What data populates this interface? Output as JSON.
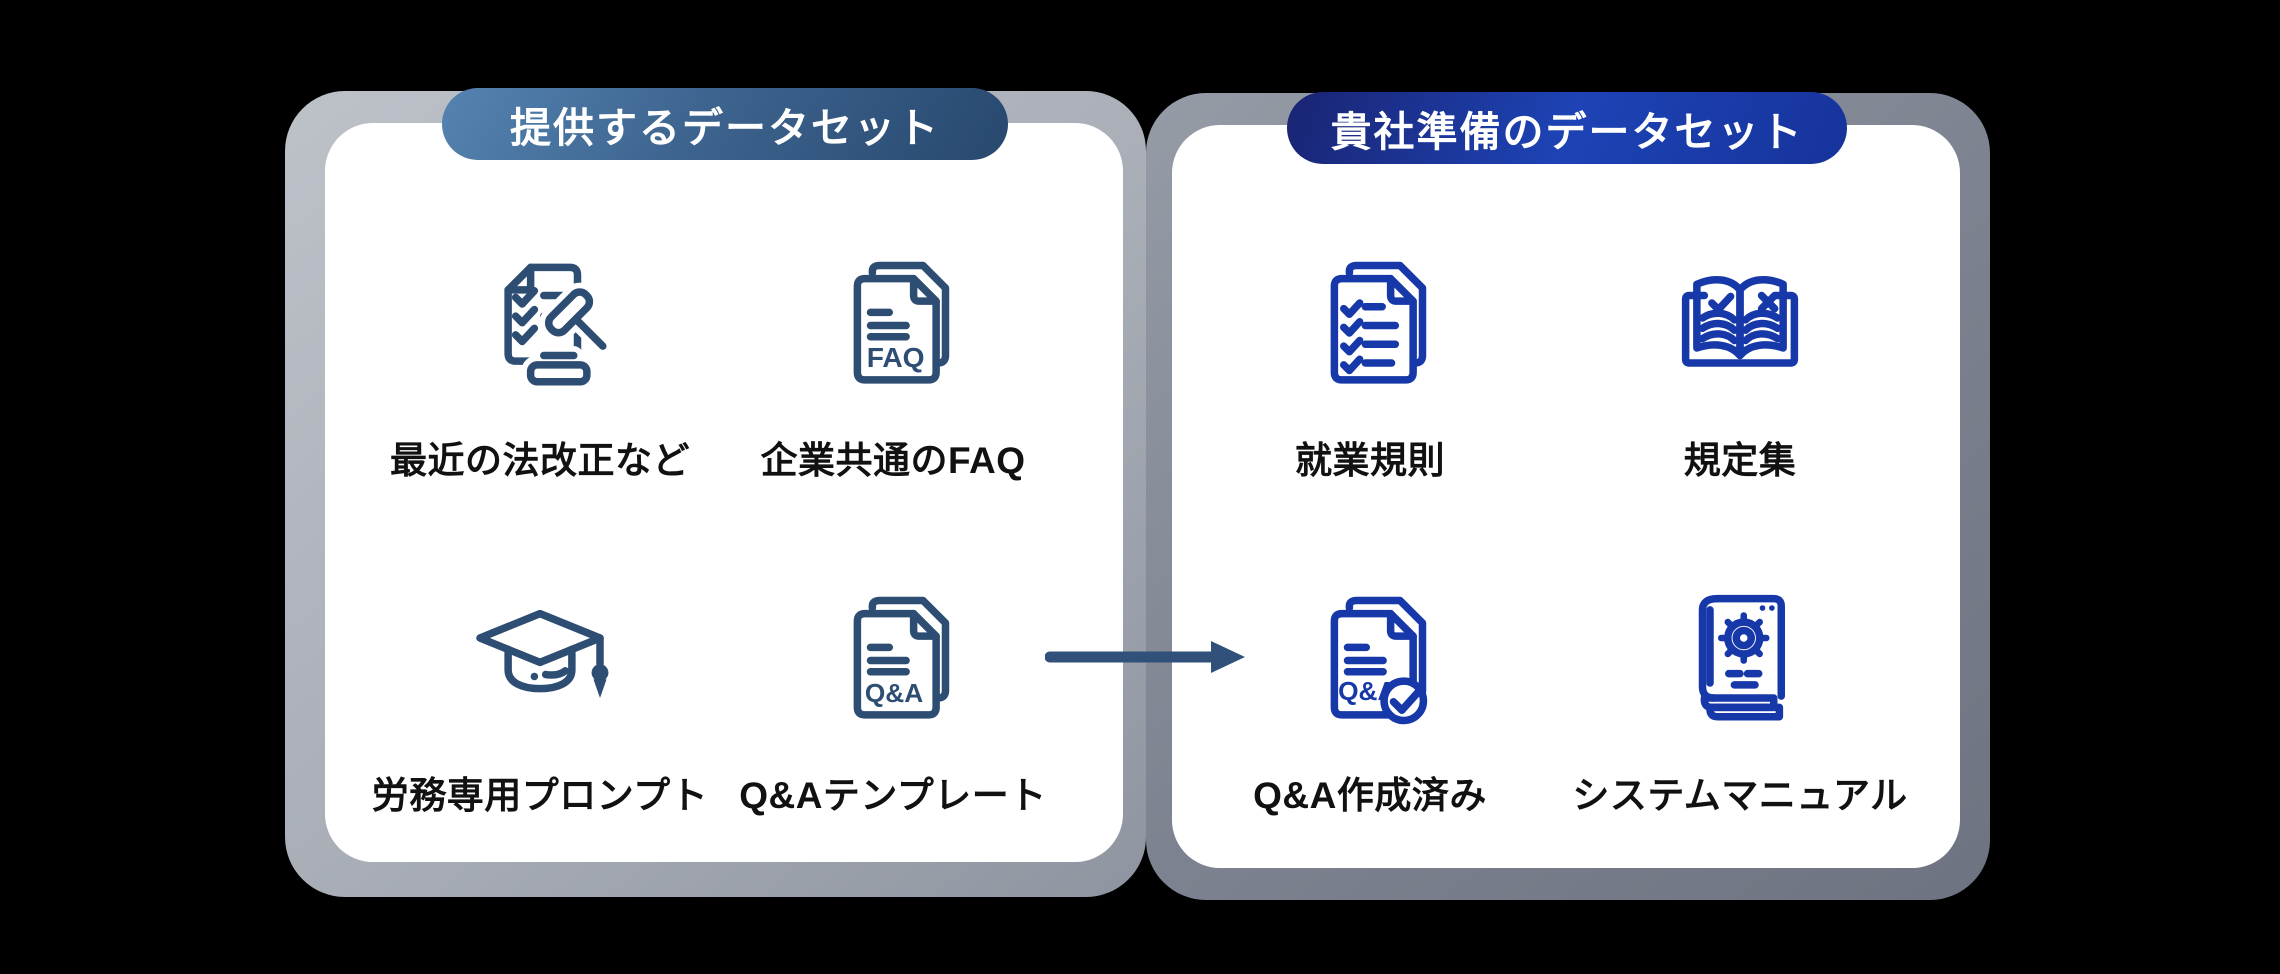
{
  "background_color": "#000000",
  "arrow": {
    "direction": "right",
    "color": "#31517a"
  },
  "icon_texts": {
    "faq": "FAQ",
    "qa": "Q&A"
  },
  "panels": [
    {
      "badge": "提供するデータセット",
      "badge_gradient": {
        "from": "#5583b1",
        "to": "#28486e"
      },
      "frame_gradient": {
        "from": "#bdc1c8",
        "to": "#8f95a0"
      },
      "card_color": "#ffffff",
      "icon_color": "#2e4d73",
      "items": [
        {
          "label": "最近の法改正など",
          "icon": "checklist-gavel-icon"
        },
        {
          "label": "企業共通のFAQ",
          "icon": "faq-documents-icon"
        },
        {
          "label": "労務専用プロンプト",
          "icon": "graduation-cap-icon"
        },
        {
          "label": "Q&Aテンプレート",
          "icon": "qa-template-documents-icon"
        }
      ]
    },
    {
      "badge": "貴社準備のデータセット",
      "badge_gradient": {
        "from": "#1a2472",
        "to": "#1d43b5"
      },
      "frame_gradient": {
        "from": "#969ca6",
        "to": "#6d7380"
      },
      "card_color": "#ffffff",
      "icon_color": "#1638a8",
      "items": [
        {
          "label": "就業規則",
          "icon": "checklist-documents-icon"
        },
        {
          "label": "規定集",
          "icon": "open-book-icon"
        },
        {
          "label": "Q&A作成済み",
          "icon": "qa-approved-document-icon"
        },
        {
          "label": "システムマニュアル",
          "icon": "system-manual-book-icon"
        }
      ]
    }
  ]
}
